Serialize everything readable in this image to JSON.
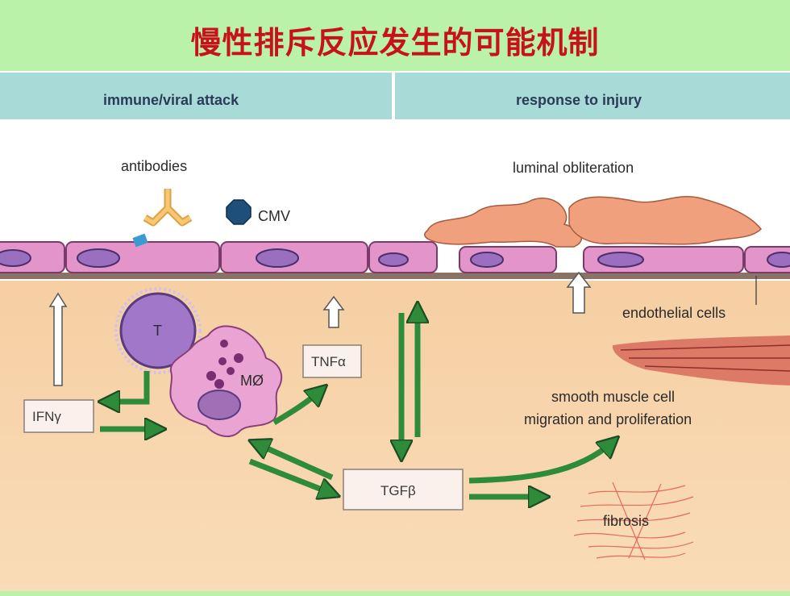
{
  "title": "慢性排斥反应发生的可能机制",
  "headers": {
    "left": "immune/viral attack",
    "right": "response to injury"
  },
  "labels": {
    "antibodies": "antibodies",
    "cmv": "CMV",
    "luminal": "luminal obliteration",
    "endothelial": "endothelial cells",
    "t_cell": "T",
    "macrophage": "MØ",
    "smc_line1": "smooth muscle cell",
    "smc_line2": "migration and proliferation",
    "fibrosis": "fibrosis"
  },
  "boxes": {
    "ifn": "IFNγ",
    "tnf": "TNFα",
    "tgf": "TGFβ"
  },
  "colors": {
    "title": "#c8121b",
    "arrow": "#2e8b3a",
    "background": "#b9f2a8"
  }
}
